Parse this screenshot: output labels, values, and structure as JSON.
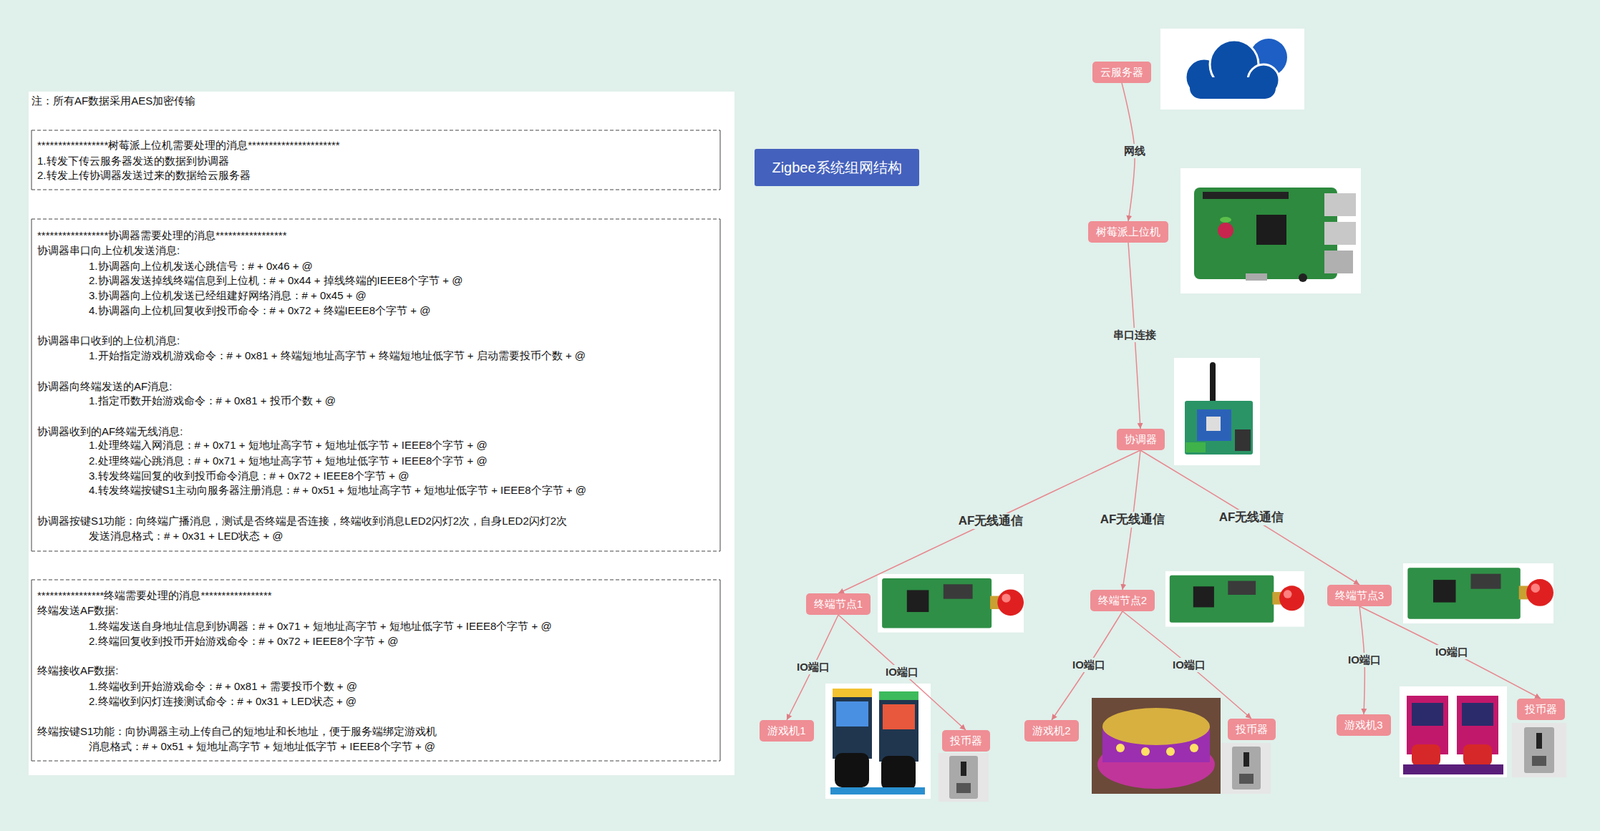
{
  "diagram": {
    "nodes": [
      {
        "text": [
          "云服务器"
        ]
      },
      {
        "text": [
          "Zigbee系统组网结构"
        ]
      },
      {
        "text": [
          "树莓派上位机"
        ]
      },
      {
        "text": [
          "协调器"
        ]
      },
      {
        "text": [
          "终端节点1"
        ]
      },
      {
        "text": [
          "终端节点2"
        ]
      },
      {
        "text": [
          "终端节点3"
        ]
      },
      {
        "text": [
          "游戏机1"
        ]
      },
      {
        "text": [
          "投币器"
        ]
      },
      {
        "text": [
          "游戏机2"
        ]
      },
      {
        "text": [
          "投币器"
        ]
      },
      {
        "text": [
          "游戏机3"
        ]
      },
      {
        "text": [
          "投币器"
        ]
      }
    ],
    "edges": [
      {
        "from": 0,
        "to": 2,
        "arrow": "to",
        "label": "网线"
      },
      {
        "from": 2,
        "to": 3,
        "arrow": "to",
        "label": "串口连接"
      },
      {
        "from": 3,
        "to": 4,
        "arrow": "to",
        "label": "AF无线通信"
      },
      {
        "from": 3,
        "to": 5,
        "arrow": "to",
        "label": "AF无线通信"
      },
      {
        "from": 3,
        "to": 6,
        "arrow": "to",
        "label": "AF无线通信"
      },
      {
        "from": 4,
        "to": 7,
        "arrow": "to",
        "label": "IO端口"
      },
      {
        "from": 4,
        "to": 8,
        "arrow": "to",
        "label": "IO端口"
      },
      {
        "from": 5,
        "to": 9,
        "arrow": "to",
        "label": "IO端口"
      },
      {
        "from": 5,
        "to": 10,
        "arrow": "to",
        "label": "IO端口"
      },
      {
        "from": 6,
        "to": 11,
        "arrow": "to",
        "label": "IO端口"
      },
      {
        "from": 6,
        "to": 12,
        "arrow": "to",
        "label": "IO端口"
      }
    ],
    "labels": [
      "注：所有AF数据采用AES加密传输",
      "*****************树莓派上位机需要处理的消息**********************",
      "1.转发下传云服务器发送的数据到协调器",
      "2.转发上传协调器发送过来的数据给云服务器",
      "*****************协调器需要处理的消息*****************",
      "协调器串口向上位机发送消息:",
      "1.协调器向上位机发送心跳信号：# + 0x46 + @",
      "2.协调器发送掉线终端信息到上位机：# + 0x44 + 掉线终端的IEEE8个字节 + @",
      "3.协调器向上位机发送已经组建好网络消息：# + 0x45 + @",
      "4.协调器向上位机回复收到投币命令：# + 0x72 + 终端IEEE8个字节 + @",
      "协调器串口收到的上位机消息:",
      "1.开始指定游戏机游戏命令：# + 0x81 + 终端短地址高字节 + 终端短地址低字节 + 启动需要投币个数 + @",
      "协调器向终端发送的AF消息:",
      "1.指定币数开始游戏命令：# + 0x81 + 投币个数 + @",
      "协调器收到的AF终端无线消息:",
      "1.处理终端入网消息：# + 0x71 + 短地址高字节 + 短地址低字节 + IEEE8个字节 + @",
      "2.处理终端心跳消息：# + 0x71 + 短地址高字节 + 短地址低字节 + IEEE8个字节 + @",
      "3.转发终端回复的收到投币命令消息：# + 0x72 + IEEE8个字节 + @",
      "4.转发终端按键S1主动向服务器注册消息：# + 0x51 + 短地址高字节 + 短地址低字节 + IEEE8个字节 + @",
      "协调器按键S1功能：向终端广播消息，测试是否终端是否连接，终端收到消息LED2闪灯2次，自身LED2闪灯2次",
      "发送消息格式：# + 0x31 + LED状态 + @",
      "****************终端需要处理的消息*****************",
      "终端发送AF数据:",
      "1.终端发送自身地址信息到协调器：# + 0x71 + 短地址高字节 + 短地址低字节 + IEEE8个字节 + @",
      "2.终端回复收到投币开始游戏命令：# + 0x72 + IEEE8个字节 + @",
      "终端接收AF数据:",
      "1.终端收到开始游戏命令：# + 0x81 + 需要投币个数 + @",
      "2.终端收到闪灯连接测试命令：# + 0x31 + LED状态 + @",
      "终端按键S1功能：向协调器主动上传自己的短地址和长地址，便于服务端绑定游戏机",
      "消息格式：# + 0x51 + 短地址高字节 + 短地址低字节 + IEEE8个字节 + @"
    ]
  }
}
